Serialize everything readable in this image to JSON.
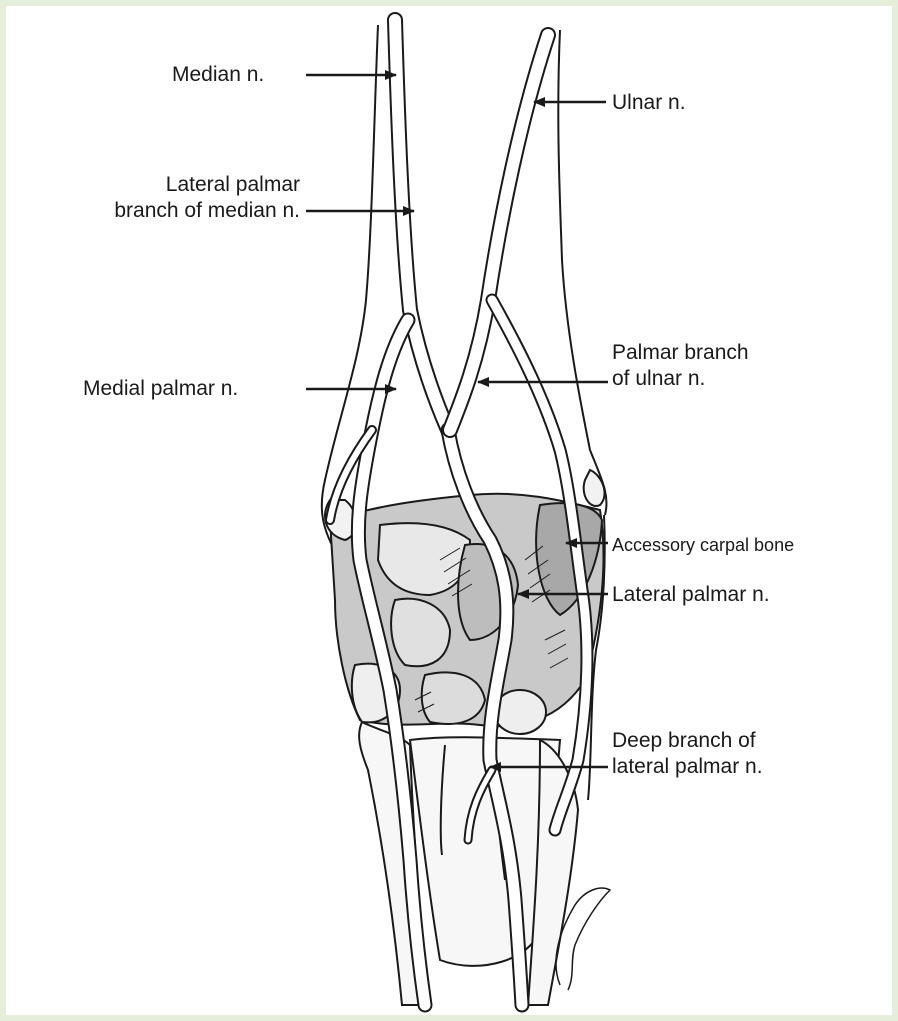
{
  "figure": {
    "background": "#e4eedb",
    "ink_color": "#1a1a1a",
    "labels": {
      "median_n": "Median n.",
      "ulnar_n": "Ulnar n.",
      "lateral_palmar_branch_median": [
        "Lateral palmar",
        "branch of median n."
      ],
      "palmar_branch_ulnar": [
        "Palmar branch",
        "of ulnar n."
      ],
      "medial_palmar_n": "Medial palmar n.",
      "accessory_carpal_bone": "Accessory carpal bone",
      "lateral_palmar_n": "Lateral palmar n.",
      "deep_branch_lateral_palmar": [
        "Deep branch of",
        "lateral palmar n."
      ]
    }
  }
}
